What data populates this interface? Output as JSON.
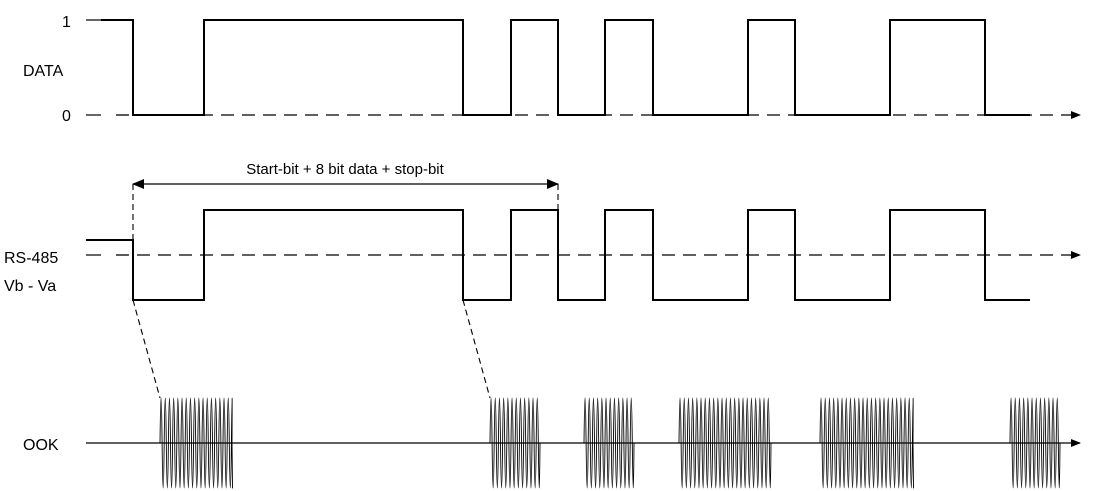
{
  "labels": {
    "data_high": "1",
    "data_low": "0",
    "data_title": "DATA",
    "rs485_line1": "RS-485",
    "rs485_line2": "Vb - Va",
    "ook_title": "OOK"
  },
  "annotation": {
    "frame_text": "Start-bit + 8 bit data + stop-bit"
  },
  "signal": {
    "data_bits": [
      1,
      0,
      1,
      1,
      1,
      1,
      1,
      0,
      1,
      0,
      1,
      0,
      0,
      1,
      0,
      0,
      1,
      1,
      0
    ],
    "idle_level": "high",
    "ook_bursts_when": "data_low"
  }
}
